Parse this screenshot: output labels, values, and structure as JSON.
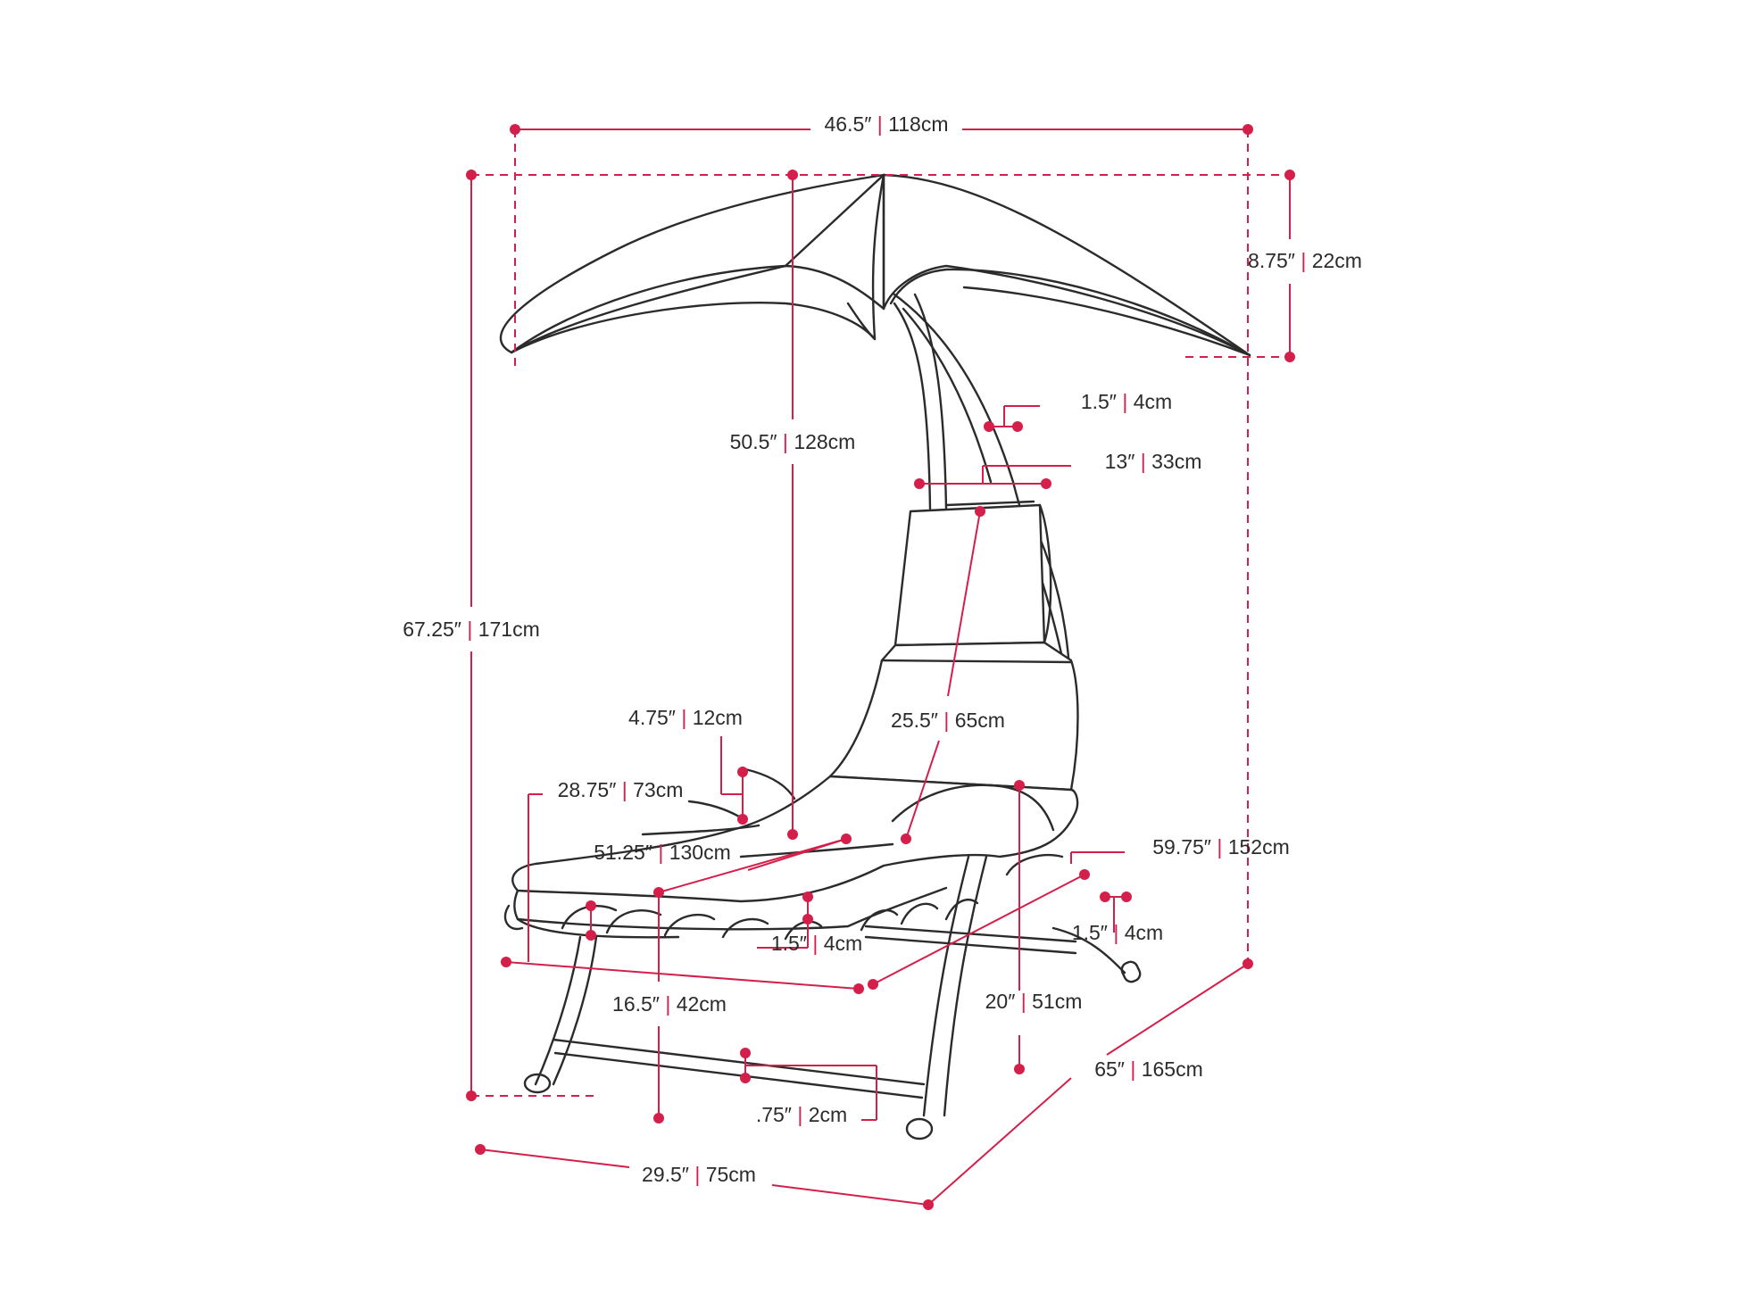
{
  "colors": {
    "accent": "#d41f4a",
    "ink": "#2b2b2b",
    "background": "#ffffff"
  },
  "dimensions": [
    {
      "id": "canopy-width",
      "imperial": "46.5″",
      "metric": "118cm"
    },
    {
      "id": "canopy-drop",
      "imperial": "8.75″",
      "metric": "22cm"
    },
    {
      "id": "frame-tube-upper",
      "imperial": "1.5″",
      "metric": "4cm"
    },
    {
      "id": "arch-span",
      "imperial": "13″",
      "metric": "33cm"
    },
    {
      "id": "canopy-clearance",
      "imperial": "50.5″",
      "metric": "128cm"
    },
    {
      "id": "overall-height",
      "imperial": "67.25″",
      "metric": "171cm"
    },
    {
      "id": "backrest-length",
      "imperial": "25.5″",
      "metric": "65cm"
    },
    {
      "id": "cushion-thickness",
      "imperial": "4.75″",
      "metric": "12cm"
    },
    {
      "id": "seat-width",
      "imperial": "28.75″",
      "metric": "73cm"
    },
    {
      "id": "seat-length",
      "imperial": "51.25″",
      "metric": "130cm"
    },
    {
      "id": "frame-length",
      "imperial": "59.75″",
      "metric": "152cm"
    },
    {
      "id": "frame-tube-base",
      "imperial": "1.5″",
      "metric": "4cm"
    },
    {
      "id": "slat-tube",
      "imperial": "1.5″",
      "metric": "4cm"
    },
    {
      "id": "seat-height",
      "imperial": "16.5″",
      "metric": "42cm"
    },
    {
      "id": "arm-height",
      "imperial": "20″",
      "metric": "51cm"
    },
    {
      "id": "crossbar-tube",
      "imperial": ".75″",
      "metric": "2cm"
    },
    {
      "id": "overall-depth",
      "imperial": "65″",
      "metric": "165cm"
    },
    {
      "id": "overall-width",
      "imperial": "29.5″",
      "metric": "75cm"
    }
  ]
}
